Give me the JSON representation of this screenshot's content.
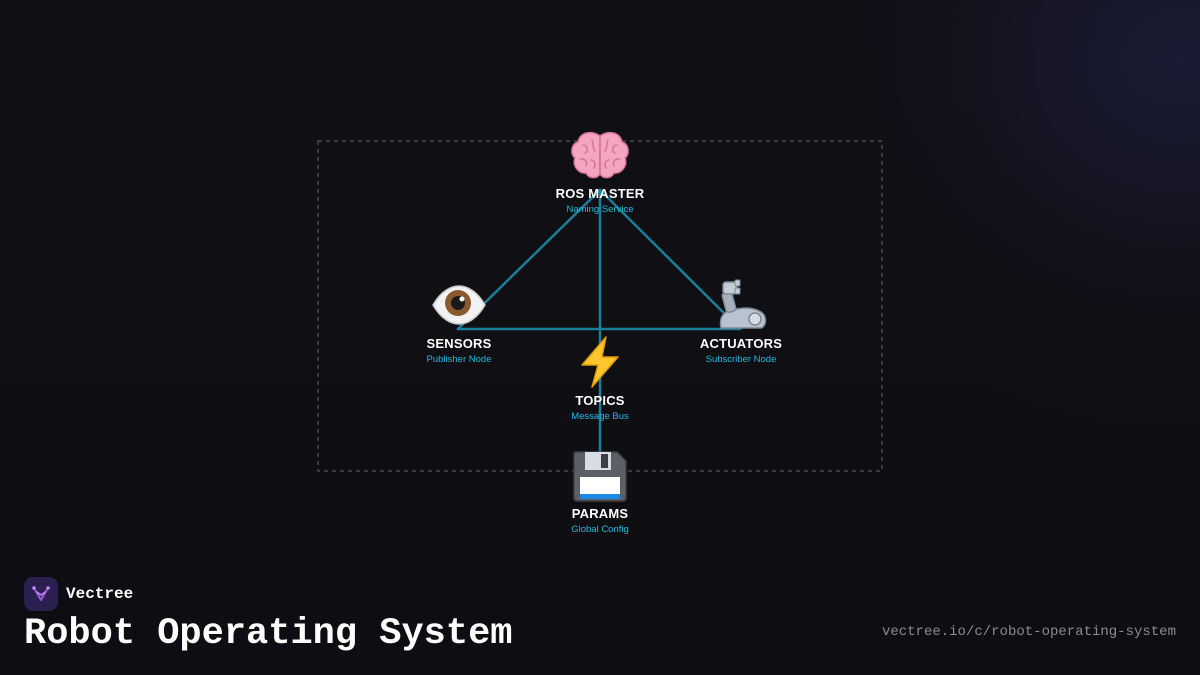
{
  "diagram": {
    "nodes": [
      {
        "id": "ros-master",
        "icon": "brain-icon",
        "title": "ROS MASTER",
        "subtitle": "Naming Service"
      },
      {
        "id": "sensors",
        "icon": "eye-icon",
        "title": "SENSORS",
        "subtitle": "Publisher Node"
      },
      {
        "id": "actuators",
        "icon": "robot-arm-icon",
        "title": "ACTUATORS",
        "subtitle": "Subscriber Node"
      },
      {
        "id": "topics",
        "icon": "lightning-icon",
        "title": "TOPICS",
        "subtitle": "Message Bus"
      },
      {
        "id": "params",
        "icon": "floppy-disk-icon",
        "title": "PARAMS",
        "subtitle": "Global Config"
      }
    ],
    "edges": [
      {
        "from": "ros-master",
        "to": "sensors"
      },
      {
        "from": "ros-master",
        "to": "actuators"
      },
      {
        "from": "ros-master",
        "to": "params"
      },
      {
        "from": "sensors",
        "to": "actuators"
      }
    ],
    "colors": {
      "edge": "#1a7f99",
      "subtitle": "#22b8e0",
      "frame": "#4a4a50"
    }
  },
  "brand": {
    "name": "Vectree",
    "logo_icon": "vectree-logo-icon",
    "logo_color": "#9b59d6"
  },
  "page": {
    "title": "Robot Operating System",
    "url": "vectree.io/c/robot-operating-system"
  }
}
